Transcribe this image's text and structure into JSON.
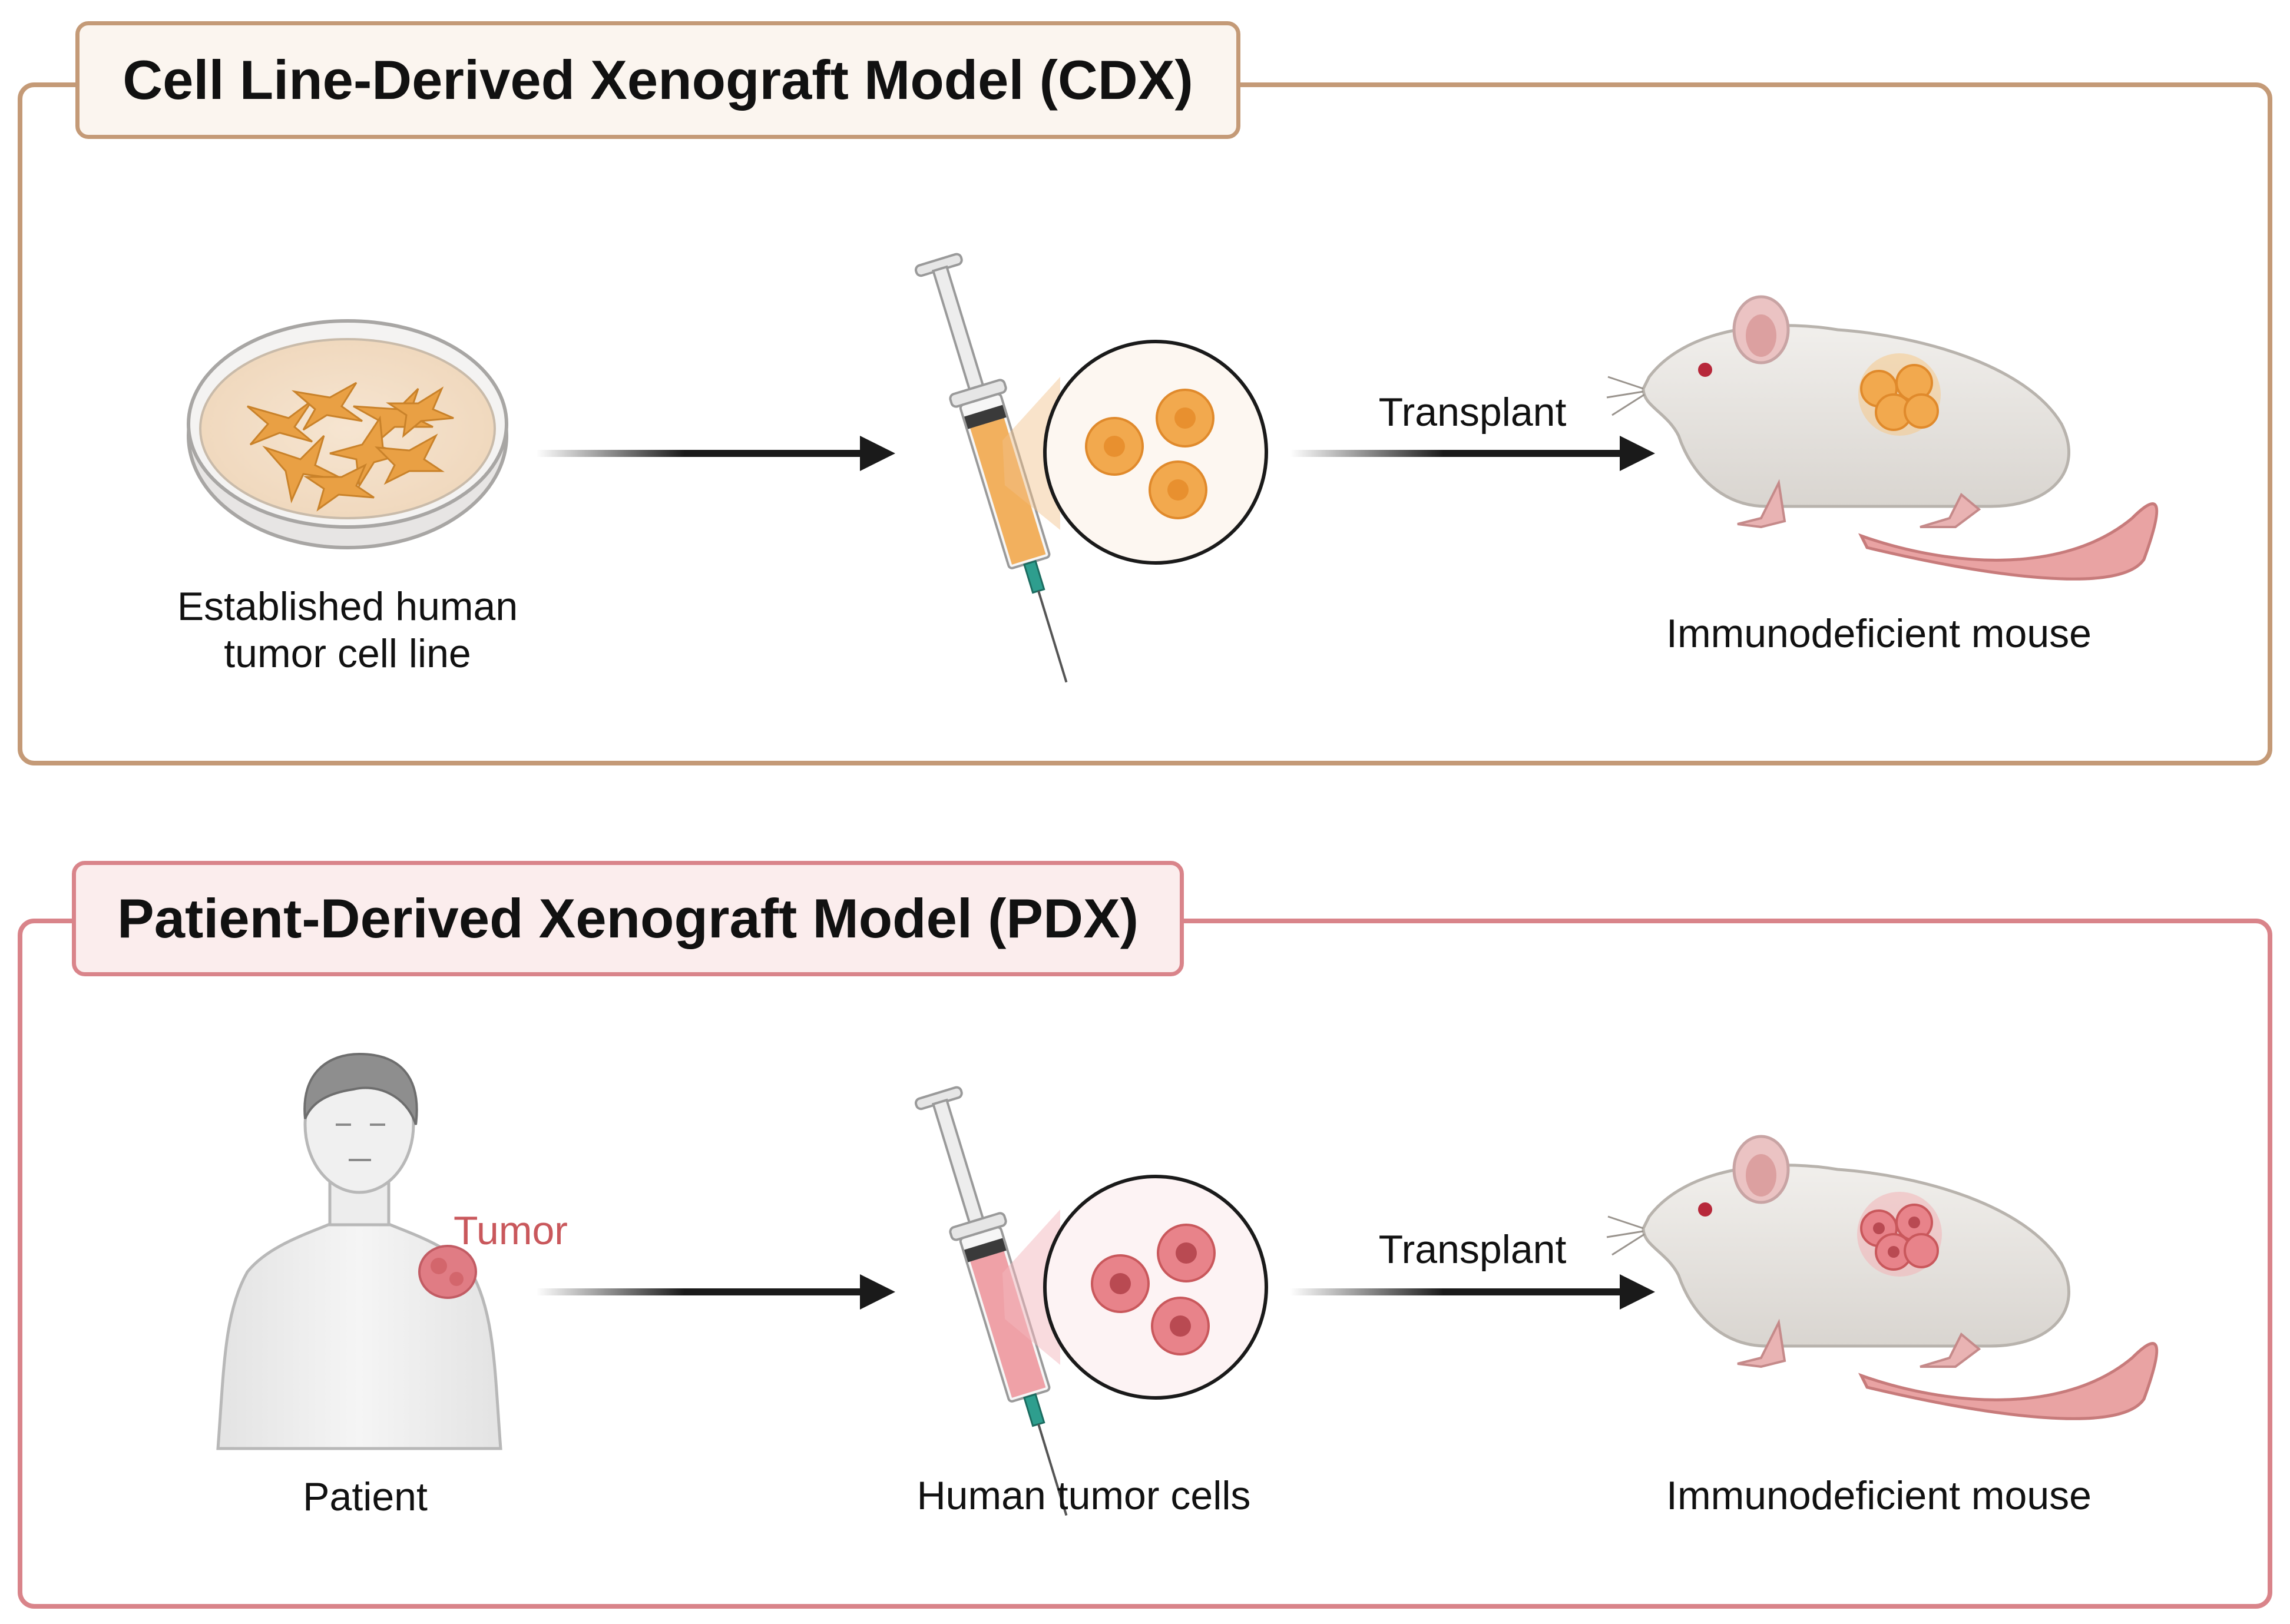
{
  "colors": {
    "cdx_border": "#C49A77",
    "cdx_tab_bg": "#FBF5EF",
    "pdx_border": "#D9848A",
    "pdx_tab_bg": "#FBEDED",
    "cdx_cells": "#F2A94E",
    "pdx_cells": "#E8838A",
    "tumor_label": "#C9585C",
    "arrow": "#1a1a1a"
  },
  "cdx": {
    "title": "Cell Line-Derived Xenograft Model (CDX)",
    "source_label_line1": "Established human",
    "source_label_line2": "tumor cell line",
    "source_icon": "petri-dish-icon",
    "arrow_label": "Transplant",
    "target_label": "Immunodeficient mouse",
    "target_icon": "mouse-icon",
    "injection_icon": "syringe-icon"
  },
  "pdx": {
    "title": "Patient-Derived Xenograft Model (PDX)",
    "source_label": "Patient",
    "source_icon": "patient-icon",
    "tumor_label": "Tumor",
    "cells_label": "Human tumor cells",
    "arrow_label": "Transplant",
    "target_label": "Immunodeficient mouse",
    "target_icon": "mouse-icon",
    "injection_icon": "syringe-icon"
  }
}
